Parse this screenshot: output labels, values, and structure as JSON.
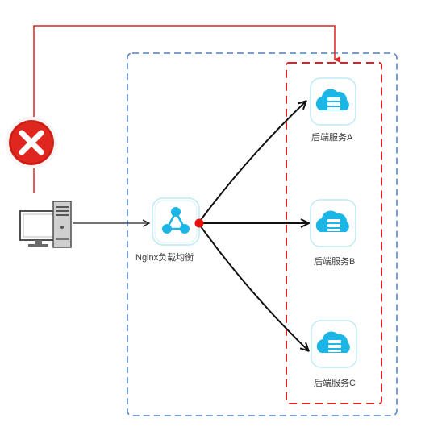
{
  "colors": {
    "outer_boundary": "#4a7fd4",
    "backend_group_boundary": "#e02222",
    "blocked_path": "#e02222",
    "arrows": "#111111",
    "icon_accent": "#1cb6e6",
    "error_badge": "#e0271f"
  },
  "nodes": {
    "client": {
      "icon": "desktop-computer-icon"
    },
    "error": {
      "icon": "error-cross-icon"
    },
    "nginx": {
      "label": "Nginx负载均衡",
      "icon": "load-balancer-icon"
    },
    "backend_a": {
      "label": "后端服务A",
      "icon": "cloud-server-icon"
    },
    "backend_b": {
      "label": "后端服务B",
      "icon": "cloud-server-icon"
    },
    "backend_c": {
      "label": "后端服务C",
      "icon": "cloud-server-icon"
    }
  }
}
